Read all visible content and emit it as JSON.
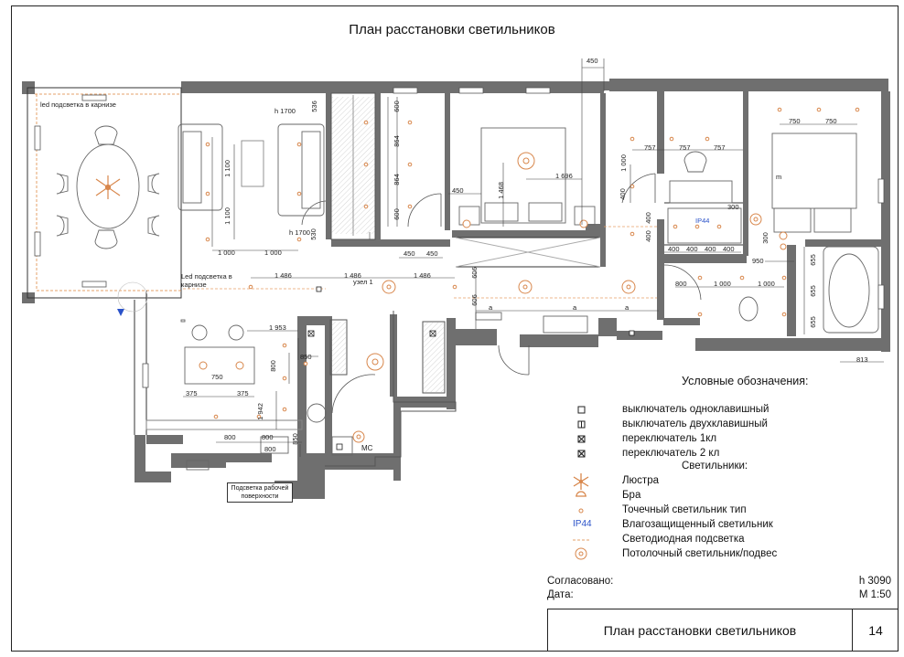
{
  "title": "План расстановки светильников",
  "legend": {
    "heading": "Условные обозначения:",
    "switches": [
      {
        "label": "выключатель одноклавишный",
        "icon": "single-switch-icon"
      },
      {
        "label": "выключатель двухклавишный",
        "icon": "double-switch-icon"
      },
      {
        "label": "переключатель 1кл",
        "icon": "toggle-1-icon"
      },
      {
        "label": "переключатель 2 кл",
        "icon": "toggle-2-icon"
      }
    ],
    "lights_heading": "Светильники:",
    "lights": [
      {
        "label": "Люстра",
        "icon": "chandelier-icon"
      },
      {
        "label": "Бра",
        "icon": "sconce-icon"
      },
      {
        "label": "Точечный светильник тип",
        "icon": "spotlight-icon"
      },
      {
        "label": "Влагозащищенный светильник",
        "icon": "ip44-icon",
        "symbol": "IP44"
      },
      {
        "label": "Светодиодная подсветка",
        "icon": "led-strip-icon"
      },
      {
        "label": "Потолочный светильник/подвес",
        "icon": "ceiling-light-icon"
      }
    ]
  },
  "approval": {
    "agreed_label": "Согласовано:",
    "date_label": "Дата:",
    "height": "h  3090",
    "scale": "М 1:50"
  },
  "title_block": {
    "title": "План расстановки светильников",
    "sheet_number": "14"
  },
  "plan": {
    "annotations": {
      "led_cornice_1": "led подсветка в карнизе",
      "led_cornice_2": "Led подсветка в карнизе",
      "work_surface": "Подсветка рабочей поверхности",
      "h1700_a": "h 1700",
      "h1700_b": "h 1700",
      "ip44": "IP44",
      "node": "узел 1",
      "mc": "МС",
      "m": "m"
    },
    "dims": {
      "d450_top": "450",
      "d536": "536",
      "d600a": "600",
      "d864a": "864",
      "d864b": "864",
      "d600b": "600",
      "d1100a": "1 100",
      "d1100b": "1 100",
      "d1000a": "1 000",
      "d1000b": "1 000",
      "d530": "530",
      "d1486a": "1 486",
      "d1486b": "1 486",
      "d1486c": "1 486",
      "d450b": "450",
      "d450c": "450",
      "d450d": "450",
      "d1468": "1 468",
      "d1696": "1 696",
      "d606a": "606",
      "d606b": "606",
      "a1": "a",
      "a2": "a",
      "a3": "a",
      "d1000c": "1 000",
      "d400a": "400",
      "d400b": "400",
      "d400c": "400",
      "d757a": "757",
      "d757b": "757",
      "d757c": "757",
      "d750a": "750",
      "d750b": "750",
      "d300a": "300",
      "d300b": "300",
      "d400d": "400",
      "d400e": "400",
      "d400f": "400",
      "d400g": "400",
      "d950": "950",
      "d655a": "655",
      "d655b": "655",
      "d655c": "655",
      "d800a": "800",
      "d1000d": "1 000",
      "d1000e": "1 000",
      "d813": "813",
      "d1953": "1 953",
      "d850a": "850",
      "d800b": "800",
      "d750c": "750",
      "d375a": "375",
      "d375b": "375",
      "d1942": "1 942",
      "d800c": "800",
      "d800d": "800",
      "d850b": "850",
      "d800e": "800"
    }
  }
}
